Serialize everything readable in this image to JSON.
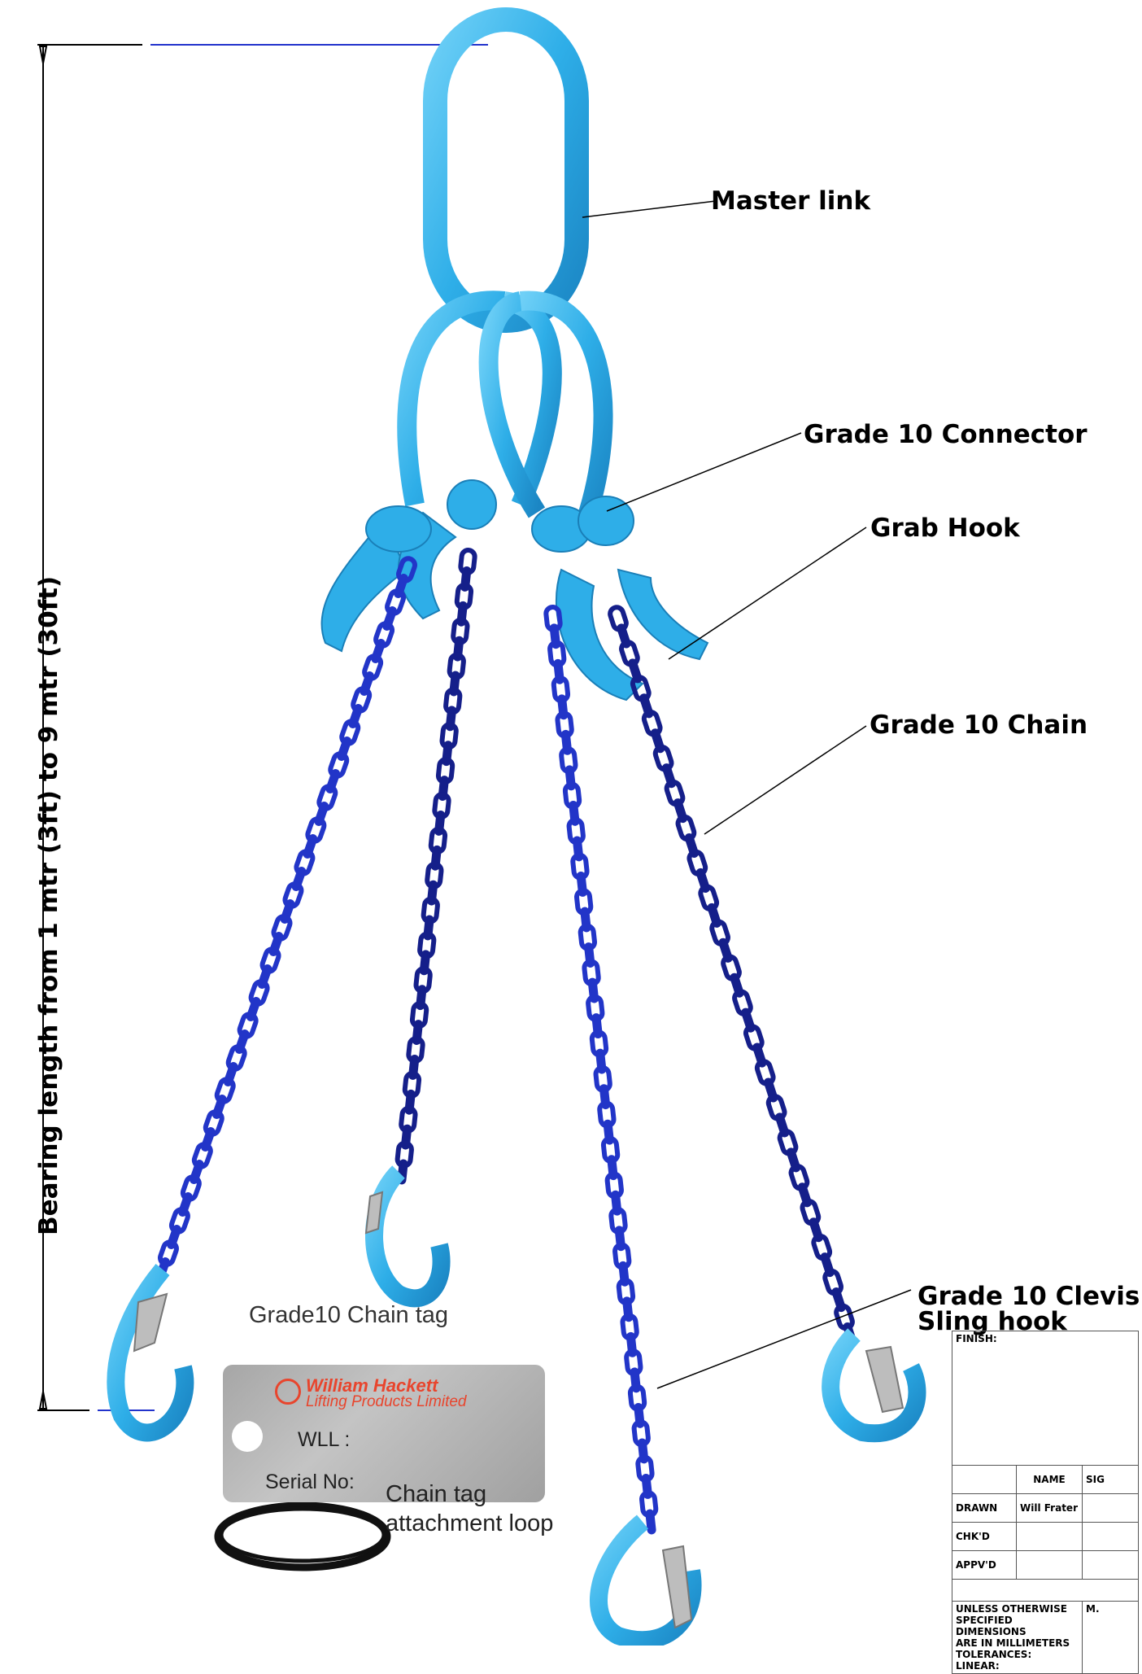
{
  "labels": {
    "master_link": "Master link",
    "connector": "Grade 10 Connector",
    "grab_hook": "Grab Hook",
    "chain": "Grade 10 Chain",
    "clevis_line1": "Grade 10 Clevis",
    "clevis_line2": "Sling hook"
  },
  "dimension": "Bearing length from 1 mtr (3ft) to 9 mtr (30ft)",
  "tag": {
    "title": "Grade10 Chain tag",
    "brand_line1": "William Hackett",
    "brand_line2": "Lifting Products Limited",
    "wll": "WLL :",
    "serial": "Serial No:"
  },
  "loop_text": {
    "line1": "Chain tag",
    "line2": "attachment loop"
  },
  "title_block": {
    "finish": "FINISH:",
    "name_header": "NAME",
    "sig_header": "SIG",
    "rows": [
      {
        "label": "DRAWN",
        "name": "Will Frater"
      },
      {
        "label": "CHK'D",
        "name": ""
      },
      {
        "label": "APPV'D",
        "name": ""
      }
    ],
    "notes": [
      "UNLESS OTHERWISE",
      "SPECIFIED DIMENSIONS",
      "ARE IN MILLIMETERS",
      "TOLERANCES:",
      "LINEAR:"
    ],
    "mat": "M."
  },
  "colors": {
    "fitting_blue": "#2eaee8",
    "chain_blue": "#2235c8",
    "chain_dark": "#151f8a",
    "tag_orange": "#e8452d"
  }
}
